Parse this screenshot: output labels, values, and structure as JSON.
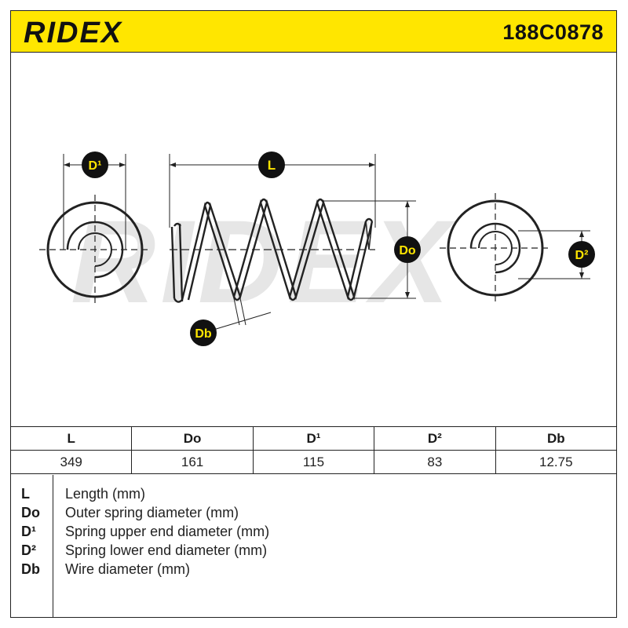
{
  "header": {
    "brand": "RIDEX",
    "part_number": "188C0878",
    "colors": {
      "band": "#ffe600",
      "ink": "#111111"
    }
  },
  "drawing": {
    "watermark": "RIDEX",
    "labels": {
      "d1": "D¹",
      "l": "L",
      "do": "Do",
      "d2": "D²",
      "db": "Db"
    }
  },
  "specs": {
    "headers": [
      "L",
      "Do",
      "D¹",
      "D²",
      "Db"
    ],
    "values": [
      "349",
      "161",
      "115",
      "83",
      "12.75"
    ]
  },
  "legend": [
    {
      "symbol": "L",
      "description": "Length (mm)"
    },
    {
      "symbol": "Do",
      "description": "Outer spring diameter (mm)"
    },
    {
      "symbol": "D¹",
      "description": "Spring upper end diameter (mm)"
    },
    {
      "symbol": "D²",
      "description": "Spring lower end diameter (mm)"
    },
    {
      "symbol": "Db",
      "description": "Wire diameter (mm)"
    }
  ]
}
